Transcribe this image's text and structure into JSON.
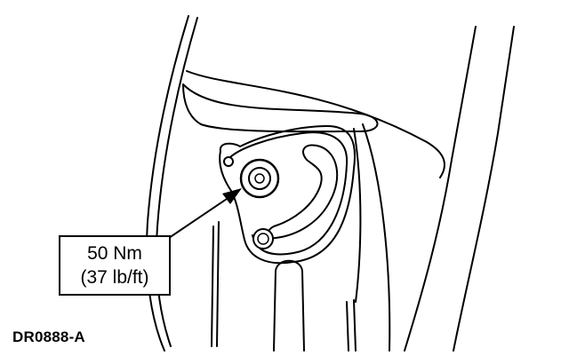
{
  "callout": {
    "torque_nm": "50 Nm",
    "torque_lbft": "(37 lb/ft)"
  },
  "figure_id": "DR0888-A"
}
